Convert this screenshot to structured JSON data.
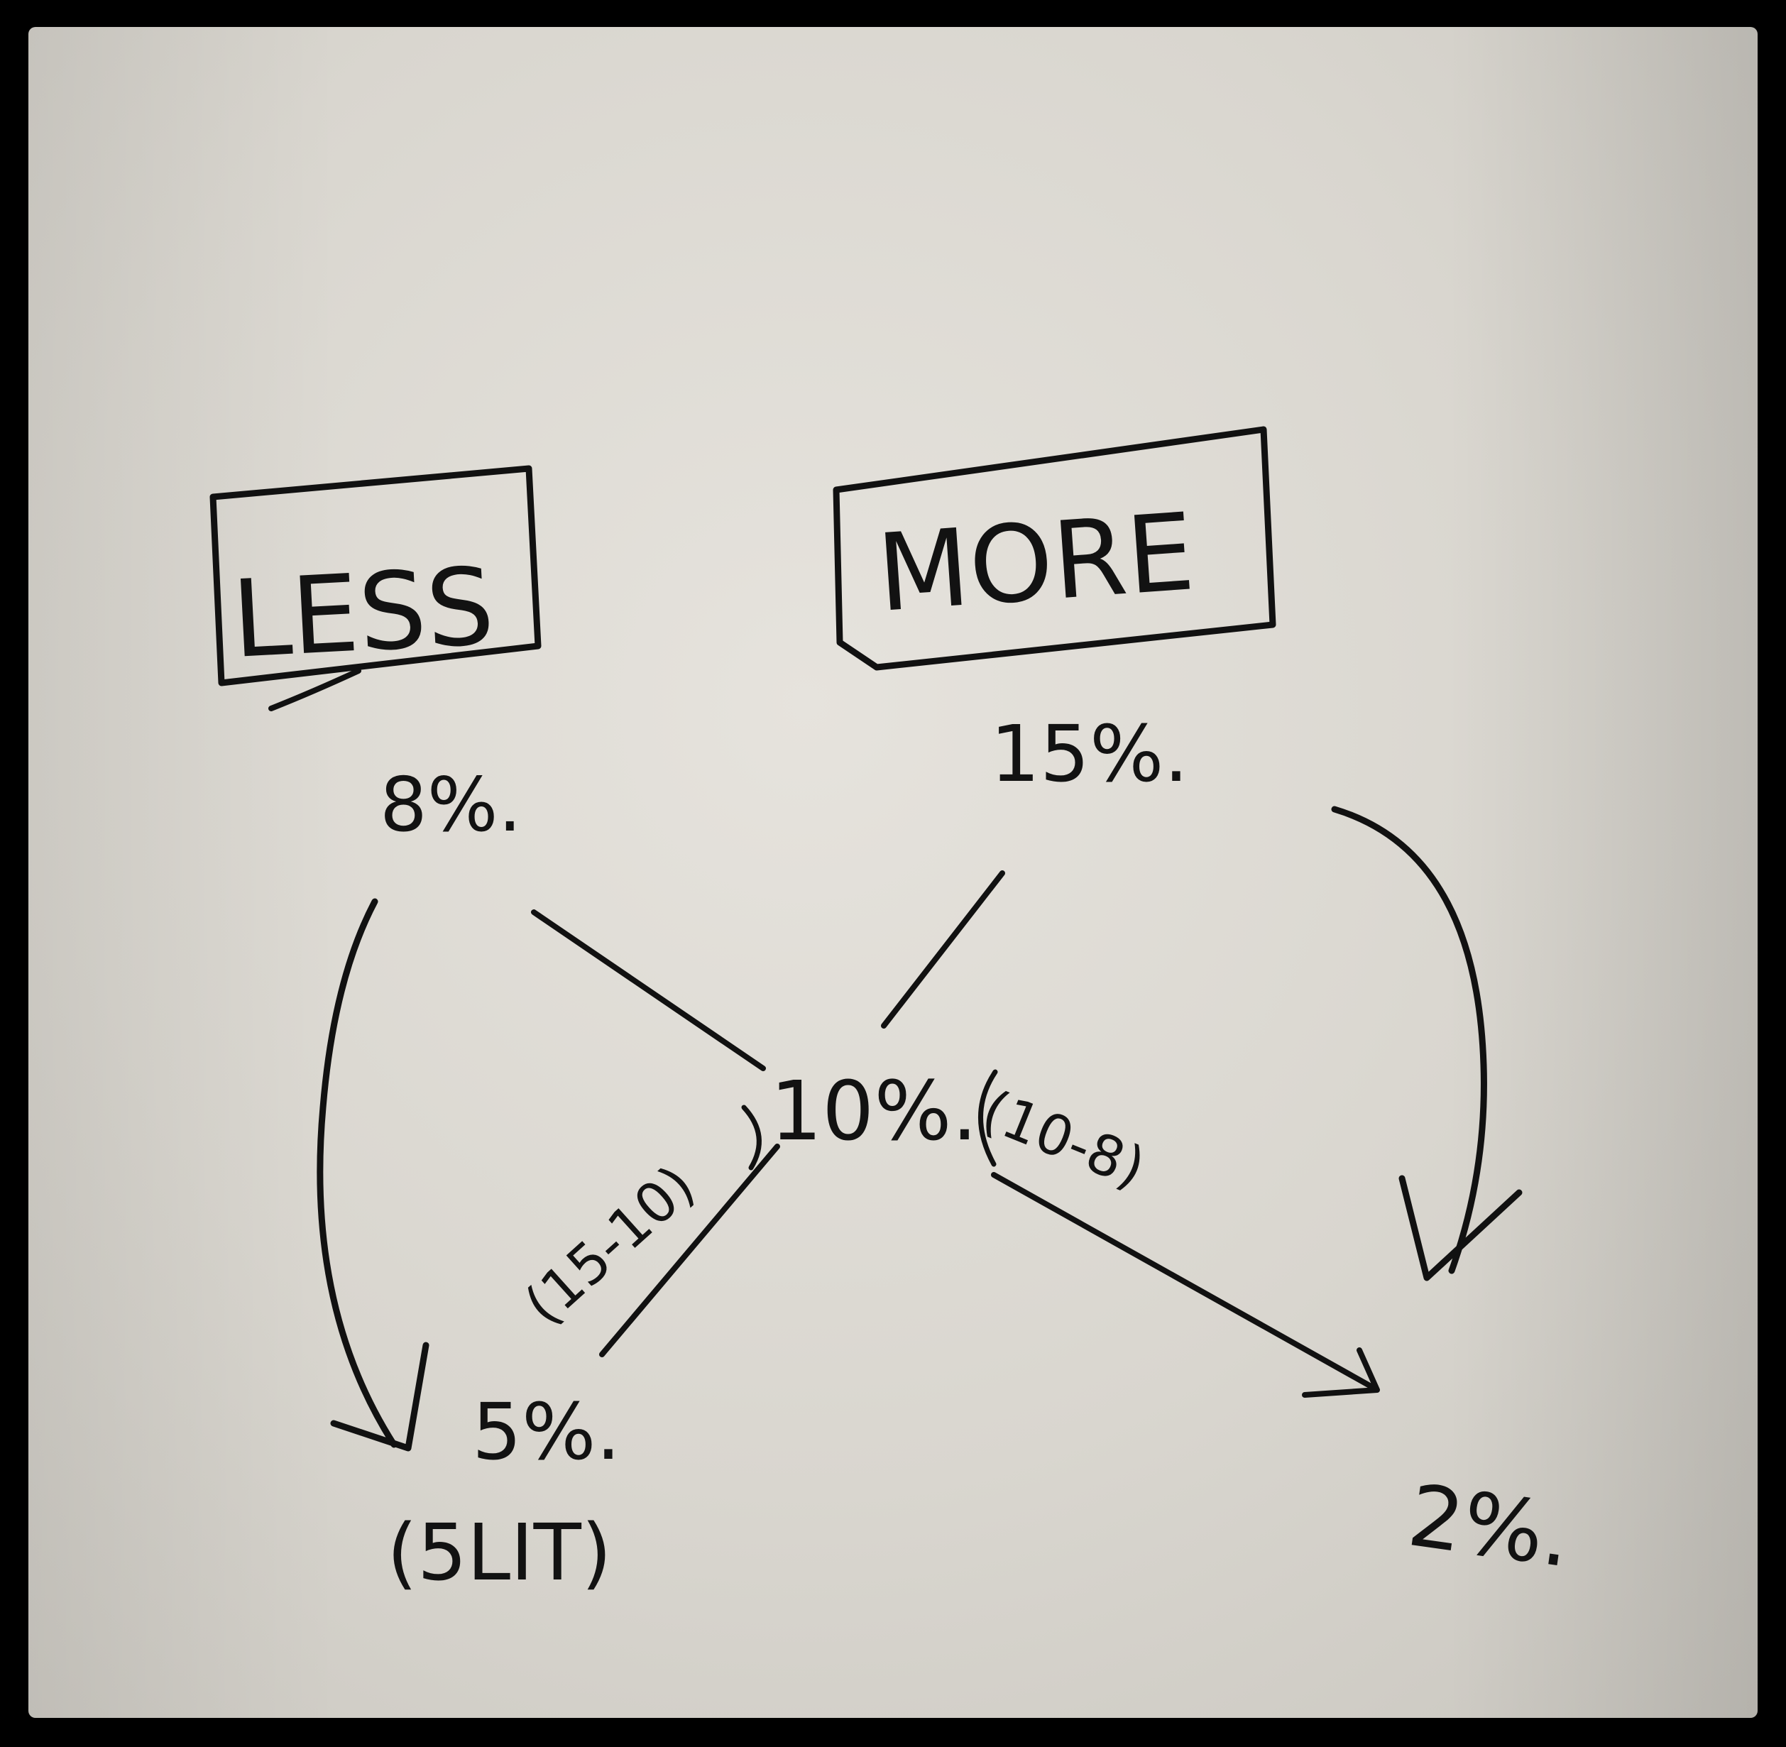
{
  "diagram": {
    "left_header": "LESS",
    "right_header": "MORE",
    "top_left_value": "8%.",
    "top_right_value": "15%.",
    "center_value": "10%.",
    "left_difference": "(15-10)",
    "right_difference": "(10-8)",
    "bottom_left_value": "5%.",
    "bottom_left_note": "(5LIT)",
    "bottom_right_value": "2%."
  },
  "colors": {
    "ink": "#111111",
    "board": "#dcd9d2",
    "frame": "#000000"
  }
}
